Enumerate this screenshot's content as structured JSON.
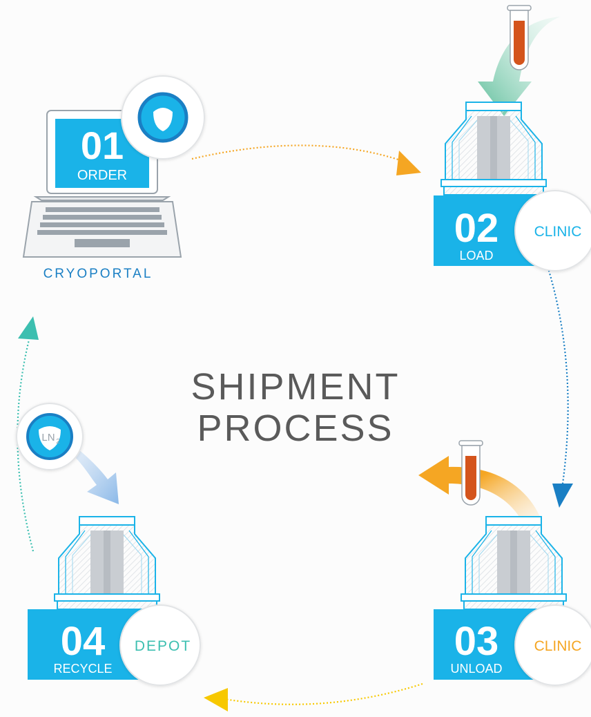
{
  "title": {
    "line1": "SHIPMENT",
    "line2": "PROCESS"
  },
  "steps": [
    {
      "number": "01",
      "label": "ORDER",
      "caption": "CRYOPORTAL"
    },
    {
      "number": "02",
      "label": "LOAD",
      "badge": "CLINIC"
    },
    {
      "number": "03",
      "label": "UNLOAD",
      "badge": "CLINIC"
    },
    {
      "number": "04",
      "label": "RECYCLE",
      "badge": "DEPOT"
    }
  ],
  "ln2_badge": {
    "text": "LN",
    "subscript": "2"
  },
  "colors": {
    "brand_blue": "#1ab3e8",
    "dark_blue": "#1a7fc4",
    "teal": "#3cbfb0",
    "orange": "#f5a623",
    "yellow": "#f7c800",
    "green_arrow": "#5dbd9a",
    "light_blue_arrow": "#8ab8e8",
    "sample_red": "#d4541c",
    "title_gray": "#5a5a5a"
  },
  "icons": {
    "step1": "laptop-icon",
    "step1_badge": "cryoportal-logo-icon",
    "step2": "dewar-shipper-icon",
    "step3": "dewar-shipper-icon",
    "step4": "dewar-shipper-icon",
    "vial": "sample-vial-icon",
    "ln2": "liquid-nitrogen-drop-icon"
  }
}
